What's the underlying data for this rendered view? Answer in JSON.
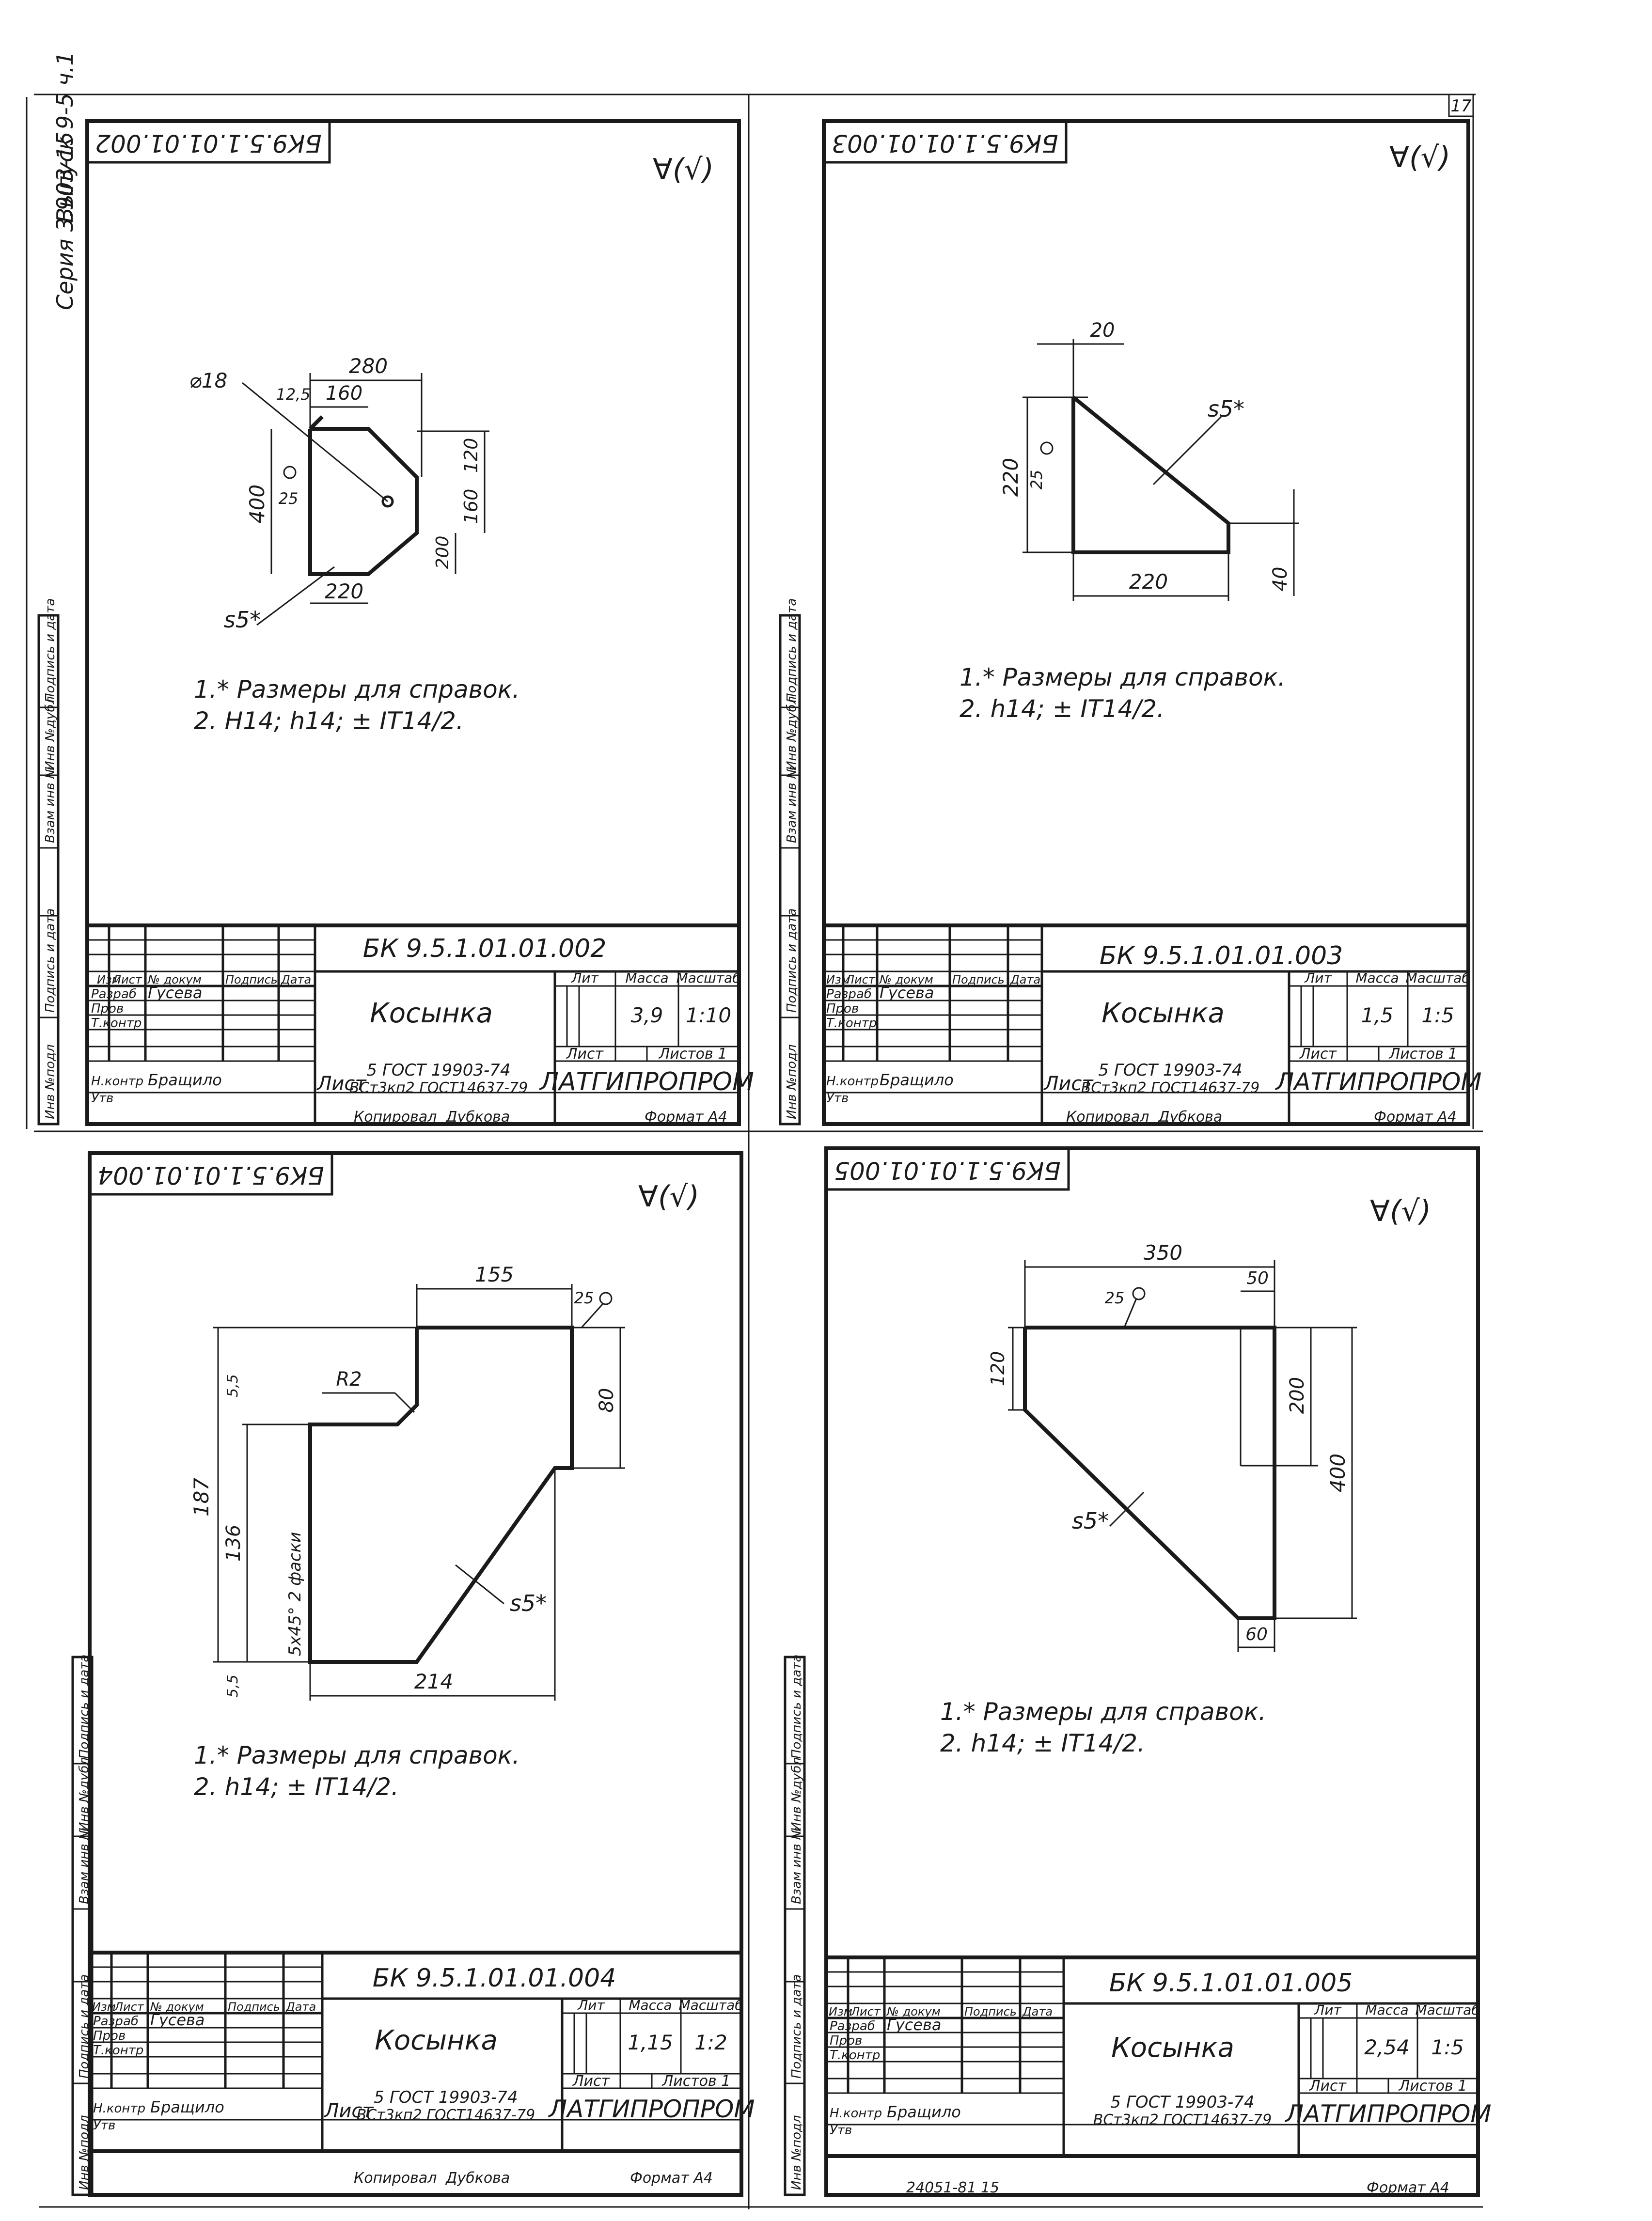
{
  "page": {
    "corner_number": "17",
    "copy_note": "24051-81   15"
  },
  "margin": {
    "series": "Серия 3.903-15",
    "issue": "Выпуск 9-5 ч.1",
    "stamp_labels": [
      "Инв №подл",
      "Подпись и дата",
      "Взам инв №",
      "Инв №дубл",
      "Подпись и дата"
    ]
  },
  "titleblock_labels": {
    "izm": "Изм",
    "list": "Лист",
    "ndokum": "№ докум",
    "podpis": "Подпись",
    "data": "Дата",
    "razrab": "Разраб",
    "prov": "Пров",
    "tkontr": "Т.контр",
    "nkontr": "Н.контр",
    "utv": "Утв",
    "lit": "Лит",
    "massa": "Масса",
    "masshtab": "Масштаб",
    "listov": "Листов 1",
    "list_label": "Лист",
    "org": "ЛАТГИПРОПРОМ",
    "copied": "Копировал",
    "format": "Формат А4"
  },
  "sheets": [
    {
      "designation": "БК 9.5.1.01.01.002",
      "stamp_top": "БК9.5.1.01.01.002",
      "name": "Косынка",
      "mass": "3,9",
      "scale": "1:10",
      "developer": "Гусева",
      "norm_control": "Бращило",
      "standard": "5 ГОСТ 19903-74",
      "material": "ВСт3кп2 ГОСТ14637-79",
      "copier": "Дубкова",
      "roughness": "∀(√)",
      "notes": [
        "1.* Размеры для справок.",
        "2. H14; h14; ± IT14/2."
      ],
      "dims": [
        "280",
        "160",
        "12,5",
        "⌀18",
        "120",
        "160",
        "400",
        "200",
        "220",
        "25",
        "s5*"
      ]
    },
    {
      "designation": "БК 9.5.1.01.01.003",
      "stamp_top": "БК9.5.1.01.01.003",
      "name": "Косынка",
      "mass": "1,5",
      "scale": "1:5",
      "developer": "Гусева",
      "norm_control": "Бращило",
      "standard": "5 ГОСТ 19903-74",
      "material": "ВСт3кп2 ГОСТ14637-79",
      "copier": "Дубкова",
      "roughness": "∀(√)",
      "notes": [
        "1.* Размеры для справок.",
        "2. h14; ± IT14/2."
      ],
      "dims": [
        "20",
        "s5*",
        "220",
        "25",
        "220",
        "40"
      ]
    },
    {
      "designation": "БК 9.5.1.01.01.004",
      "stamp_top": "БК9.5.1.01.01.004",
      "name": "Косынка",
      "mass": "1,15",
      "scale": "1:2",
      "developer": "Гусева",
      "norm_control": "Бращило",
      "standard": "5 ГОСТ 19903-74",
      "material": "ВСт3кп2 ГОСТ14637-79",
      "copier": "Дубкова",
      "roughness": "∀(√)",
      "notes": [
        "1.* Размеры для справок.",
        "2. h14; ± IT14/2."
      ],
      "dims": [
        "155",
        "25",
        "R2",
        "80",
        "187",
        "136",
        "5x45° 2 фаски",
        "s5*",
        "214",
        "5,5",
        "5,5"
      ]
    },
    {
      "designation": "БК 9.5.1.01.01.005",
      "stamp_top": "БК9.5.1.01.01.005",
      "name": "Косынка",
      "mass": "2,54",
      "scale": "1:5",
      "developer": "Гусева",
      "norm_control": "Бращило",
      "standard": "5 ГОСТ 19903-74",
      "material": "ВСт3кп2 ГОСТ14637-79",
      "copier": "",
      "roughness": "∀(√)",
      "notes": [
        "1.* Размеры для справок.",
        "2. h14; ± IT14/2."
      ],
      "dims": [
        "350",
        "50",
        "25",
        "120",
        "200",
        "400",
        "s5*",
        "60"
      ]
    }
  ]
}
